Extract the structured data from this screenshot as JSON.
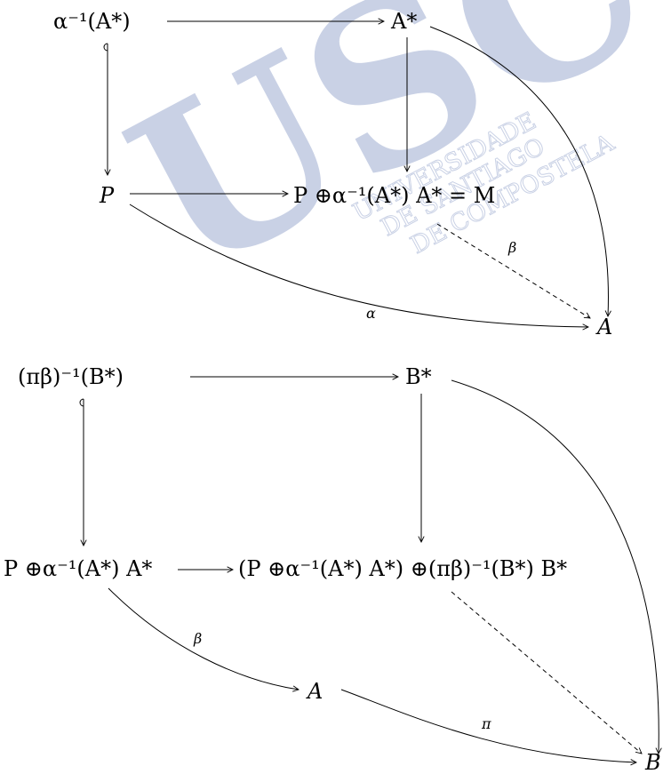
{
  "watermark": {
    "letters": "USC",
    "line1": "UNIVERSIDADE",
    "line2": "DE SANTIAGO",
    "line3": "DE COMPOSTELA",
    "color": "#c5cde2"
  },
  "diagram1": {
    "nodes": {
      "alpha_inv_astar": "α⁻¹(A*)",
      "astar": "A*",
      "p": "P",
      "m": "P ⊕α⁻¹(A*) A* = M",
      "a": "A"
    },
    "edge_labels": {
      "beta": "β",
      "alpha": "α"
    }
  },
  "diagram2": {
    "nodes": {
      "pibeta_inv_bstar": "(πβ)⁻¹(B*)",
      "bstar": "B*",
      "pushout": "P ⊕α⁻¹(A*) A*",
      "big_pushout": "(P ⊕α⁻¹(A*) A*) ⊕(πβ)⁻¹(B*) B*",
      "a": "A",
      "b": "B"
    },
    "edge_labels": {
      "beta": "β",
      "pi": "π"
    }
  }
}
